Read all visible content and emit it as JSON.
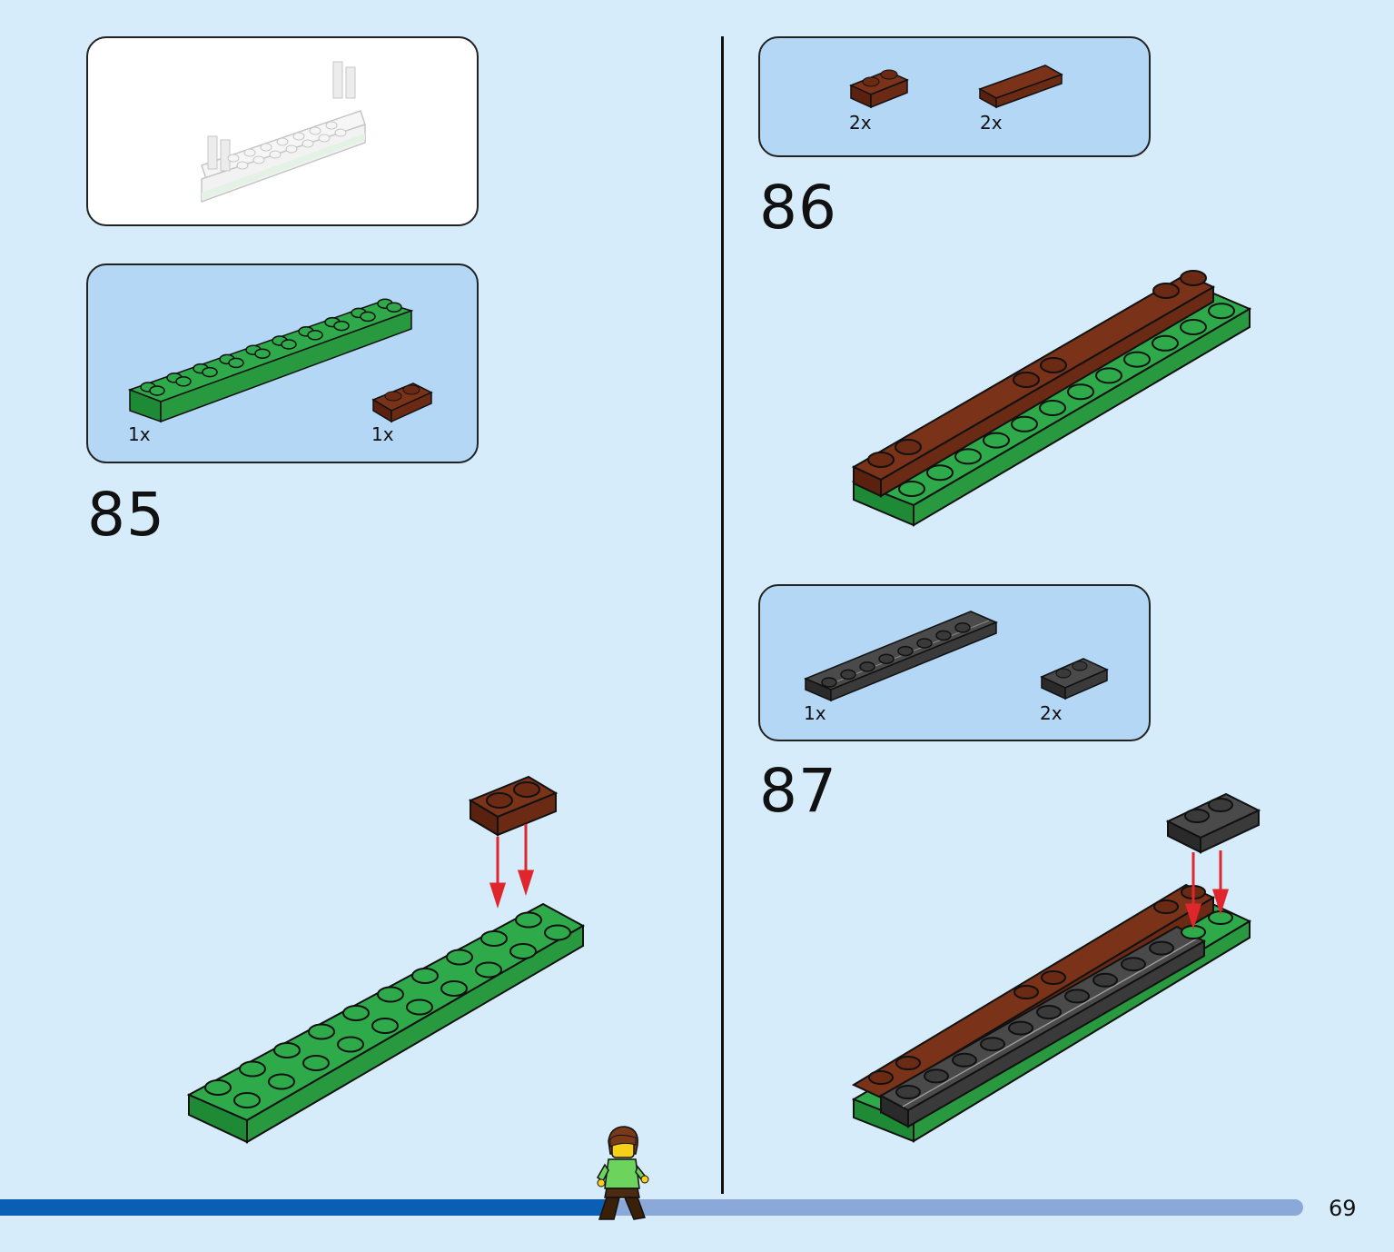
{
  "page_number": "69",
  "steps": [
    {
      "number": "85",
      "parts": [
        {
          "qty": "1x",
          "part": "green-plate-2x10-icon"
        },
        {
          "qty": "1x",
          "part": "brown-plate-1x2-icon"
        }
      ]
    },
    {
      "number": "86",
      "parts": [
        {
          "qty": "2x",
          "part": "brown-plate-1x2-icon"
        },
        {
          "qty": "2x",
          "part": "brown-tile-1x4-icon"
        }
      ]
    },
    {
      "number": "87",
      "parts": [
        {
          "qty": "1x",
          "part": "dark-gray-rail-plate-1x8-icon"
        },
        {
          "qty": "2x",
          "part": "dark-gray-rail-plate-1x2-icon"
        }
      ]
    }
  ],
  "colors": {
    "background": "#d6ecfb",
    "parts_panel": "#b3d7f5",
    "green": "#2faa4a",
    "brown": "#6b2a14",
    "dark_gray": "#3a3a3a",
    "arrow_red": "#e0262d",
    "progress_done": "#0a5eb3",
    "progress_todo": "#8aa9d8"
  },
  "progress": {
    "fraction": 0.47
  }
}
